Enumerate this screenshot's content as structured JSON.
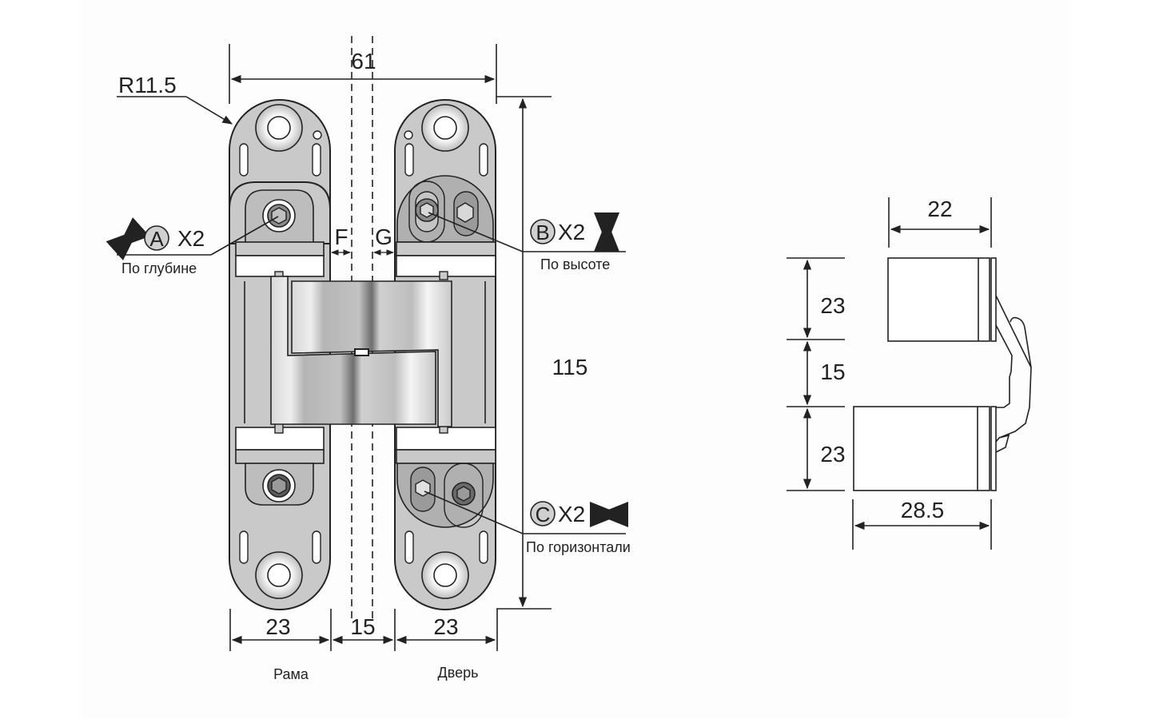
{
  "front_view": {
    "overall_width": "61",
    "radius": "R11.5",
    "height": "115",
    "frame_width": "23",
    "gap_width": "15",
    "door_width": "23",
    "frame_label": "Рама",
    "door_label": "Дверь",
    "gap_labels": {
      "f": "F",
      "g": "G"
    }
  },
  "adjustments": [
    {
      "letter": "A",
      "count": "X2",
      "arrow_icon": "diagonal-double-arrow",
      "caption": "По глубине"
    },
    {
      "letter": "B",
      "count": "X2",
      "arrow_icon": "vertical-double-arrow",
      "caption": "По высоте"
    },
    {
      "letter": "C",
      "count": "X2",
      "arrow_icon": "horizontal-double-arrow",
      "caption": "По горизонтали"
    }
  ],
  "side_view": {
    "top_width": "22",
    "top_block_height": "23",
    "gap_height": "15",
    "bottom_block_height": "23",
    "bottom_width": "28.5"
  },
  "colors": {
    "line": "#222222",
    "metal": "#c9c9c9",
    "metal_dark": "#a9a9a9",
    "background": "#ffffff"
  }
}
